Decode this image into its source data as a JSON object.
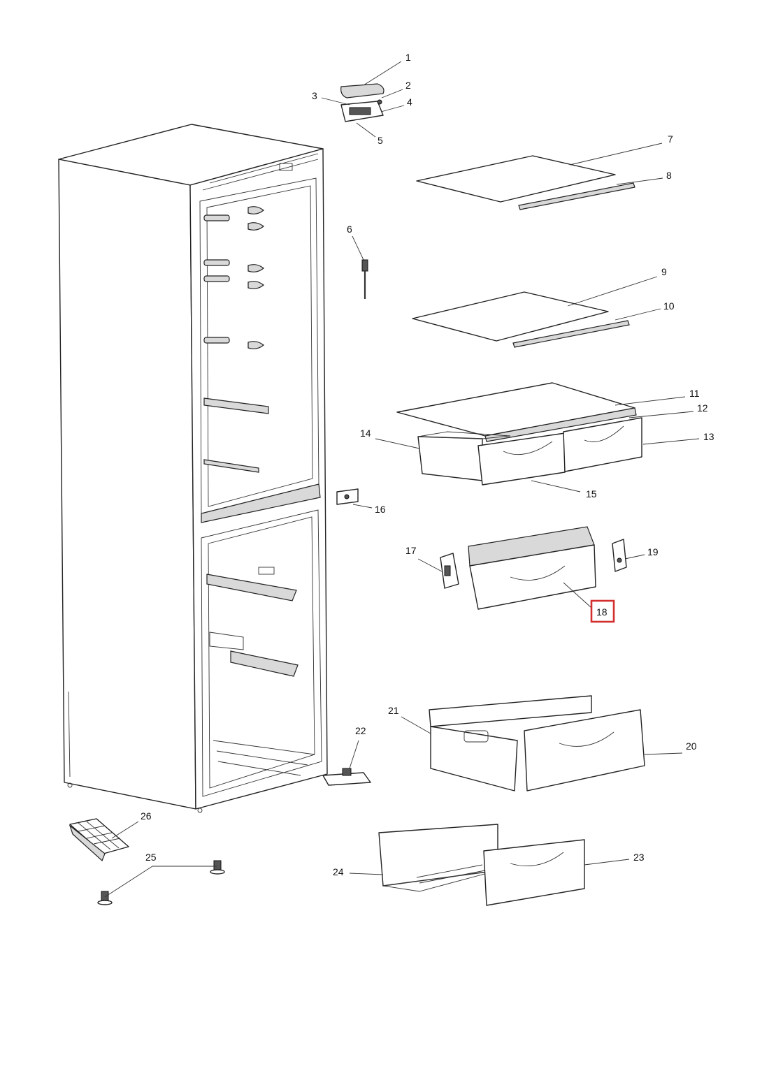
{
  "callouts": [
    {
      "label": "1",
      "highlighted": false
    },
    {
      "label": "2",
      "highlighted": false
    },
    {
      "label": "3",
      "highlighted": false
    },
    {
      "label": "4",
      "highlighted": false
    },
    {
      "label": "5",
      "highlighted": false
    },
    {
      "label": "6",
      "highlighted": false
    },
    {
      "label": "7",
      "highlighted": false
    },
    {
      "label": "8",
      "highlighted": false
    },
    {
      "label": "9",
      "highlighted": false
    },
    {
      "label": "10",
      "highlighted": false
    },
    {
      "label": "11",
      "highlighted": false
    },
    {
      "label": "12",
      "highlighted": false
    },
    {
      "label": "13",
      "highlighted": false
    },
    {
      "label": "14",
      "highlighted": false
    },
    {
      "label": "15",
      "highlighted": false
    },
    {
      "label": "16",
      "highlighted": false
    },
    {
      "label": "17",
      "highlighted": false
    },
    {
      "label": "18",
      "highlighted": true
    },
    {
      "label": "19",
      "highlighted": false
    },
    {
      "label": "20",
      "highlighted": false
    },
    {
      "label": "21",
      "highlighted": false
    },
    {
      "label": "22",
      "highlighted": false
    },
    {
      "label": "23",
      "highlighted": false
    },
    {
      "label": "24",
      "highlighted": false
    },
    {
      "label": "25",
      "highlighted": false
    },
    {
      "label": "26",
      "highlighted": false
    }
  ],
  "colors": {
    "highlight": "#d32f2f",
    "line": "#222222",
    "background": "#ffffff"
  }
}
